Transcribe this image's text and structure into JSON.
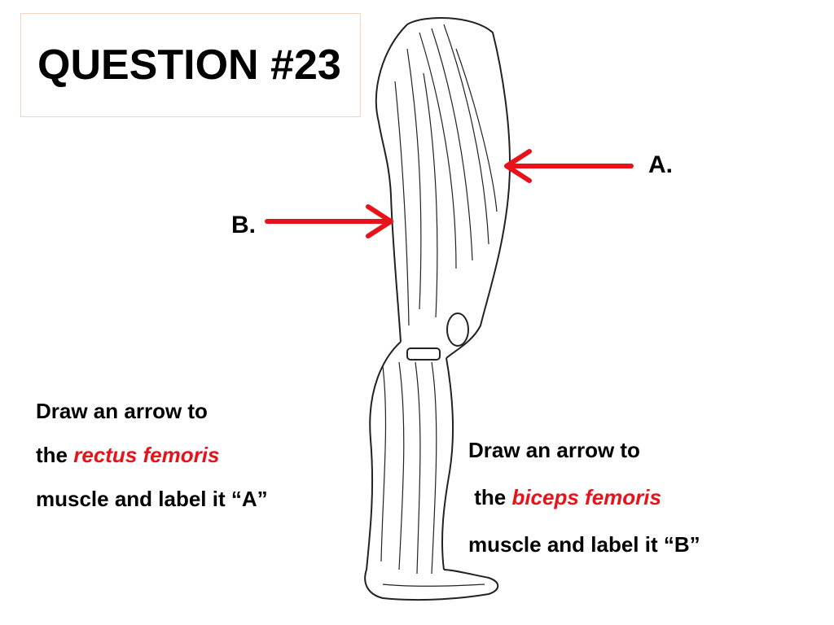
{
  "slide": {
    "title": "QUESTION #23",
    "label_a": "A.",
    "label_b": "B.",
    "left_instruction": {
      "line1": "Draw an arrow to",
      "line2_prefix": "the ",
      "line2_term": "rectus femoris",
      "line3": "muscle and label it “A”"
    },
    "right_instruction": {
      "line1": "Draw an arrow to",
      "line2_prefix": " the ",
      "line2_term": "biceps femoris",
      "line3": "muscle and label it “B”"
    },
    "arrow_color": "#e8121b",
    "highlight_color": "#e8121b",
    "illustration": "leg-muscle-anatomy-drawing"
  }
}
